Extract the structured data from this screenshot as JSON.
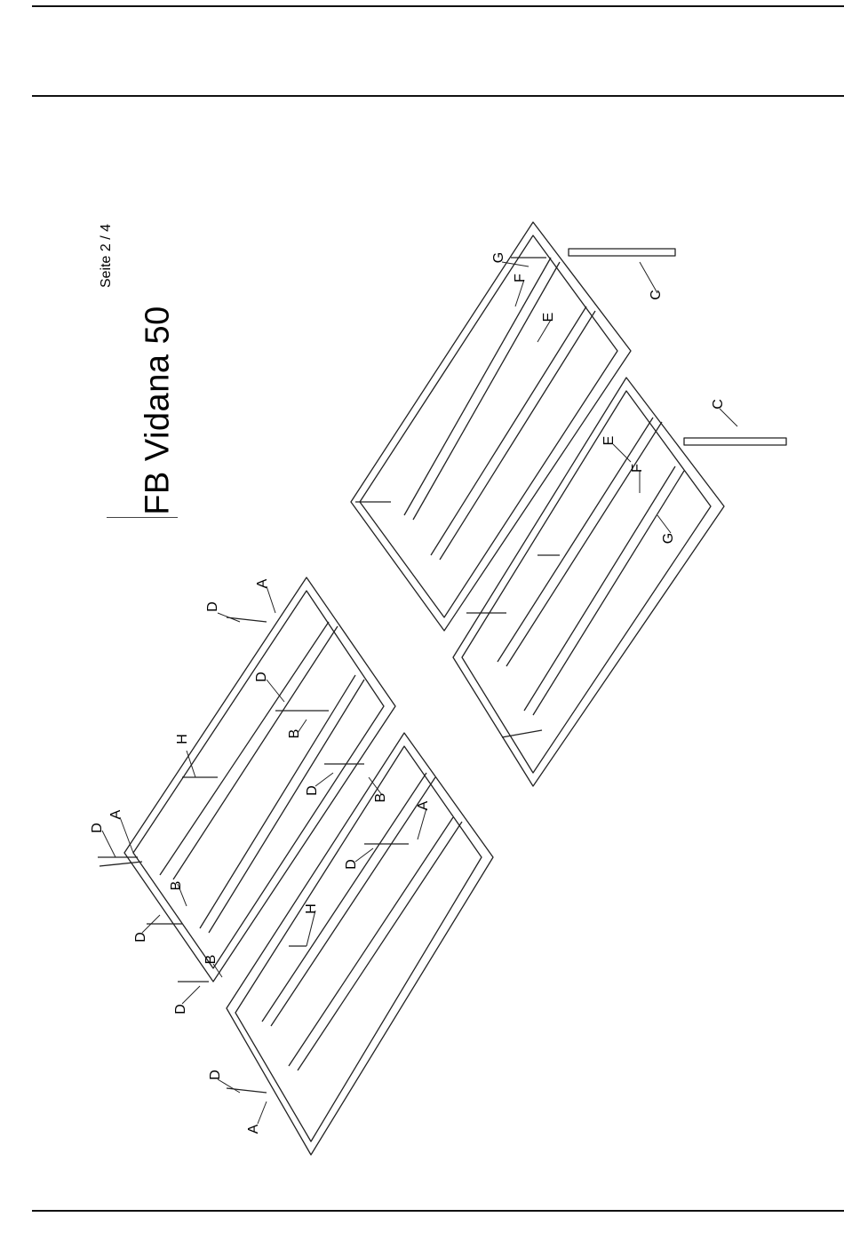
{
  "header": {
    "page_indicator": "Seite 2 / 4",
    "title": "FB Vidana 50"
  },
  "callouts": {
    "A": "A",
    "B": "B",
    "C": "C",
    "D": "D",
    "E": "E",
    "F": "F",
    "G": "G",
    "H": "H"
  }
}
